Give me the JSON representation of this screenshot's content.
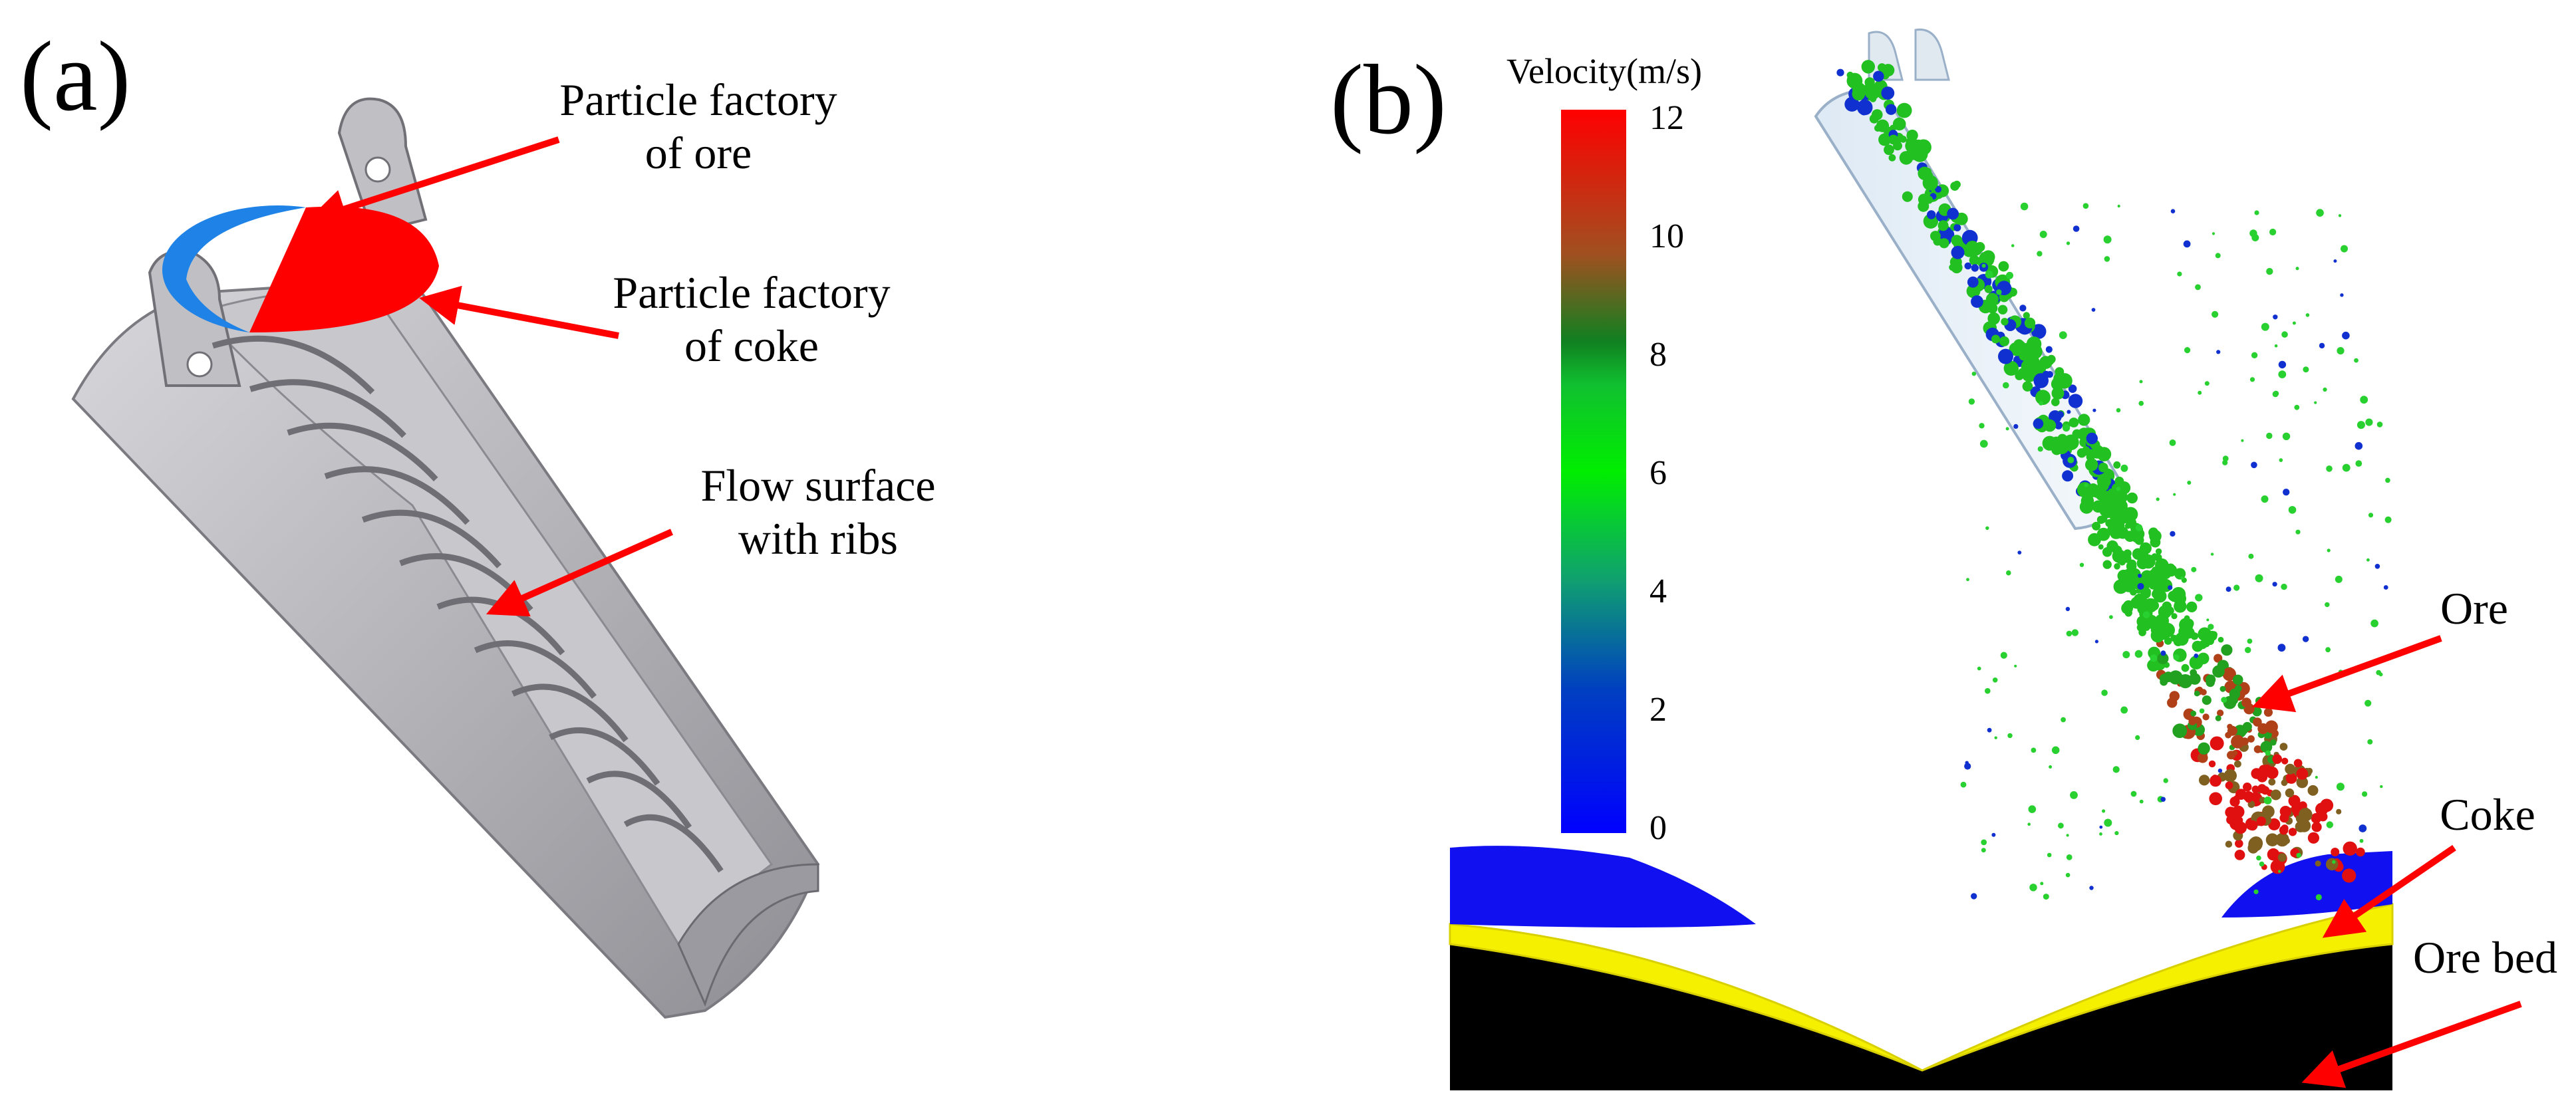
{
  "panel_a": {
    "label": "(a)",
    "callouts": {
      "ore_factory": [
        "Particle factory",
        "of ore"
      ],
      "coke_factory": [
        "Particle factory",
        "of coke"
      ],
      "flow_surface": [
        "Flow surface",
        "with ribs"
      ]
    }
  },
  "panel_b": {
    "label": "(b)",
    "legend_title": "Velocity(m/s)",
    "ticks": [
      "12",
      "10",
      "8",
      "6",
      "4",
      "2",
      "0"
    ],
    "callouts": {
      "ore": "Ore",
      "coke": "Coke",
      "ore_bed": "Ore bed"
    }
  },
  "colors": {
    "arrow": "#ff0000",
    "ore_factory": "#1e82e6",
    "coke_factory": "#ff0000",
    "chute": "#b4b4b8",
    "coke_layer": "#f5f000",
    "ore_blue": "#1010f0",
    "ore_bed": "#000000",
    "particles_green": "#22c020"
  }
}
